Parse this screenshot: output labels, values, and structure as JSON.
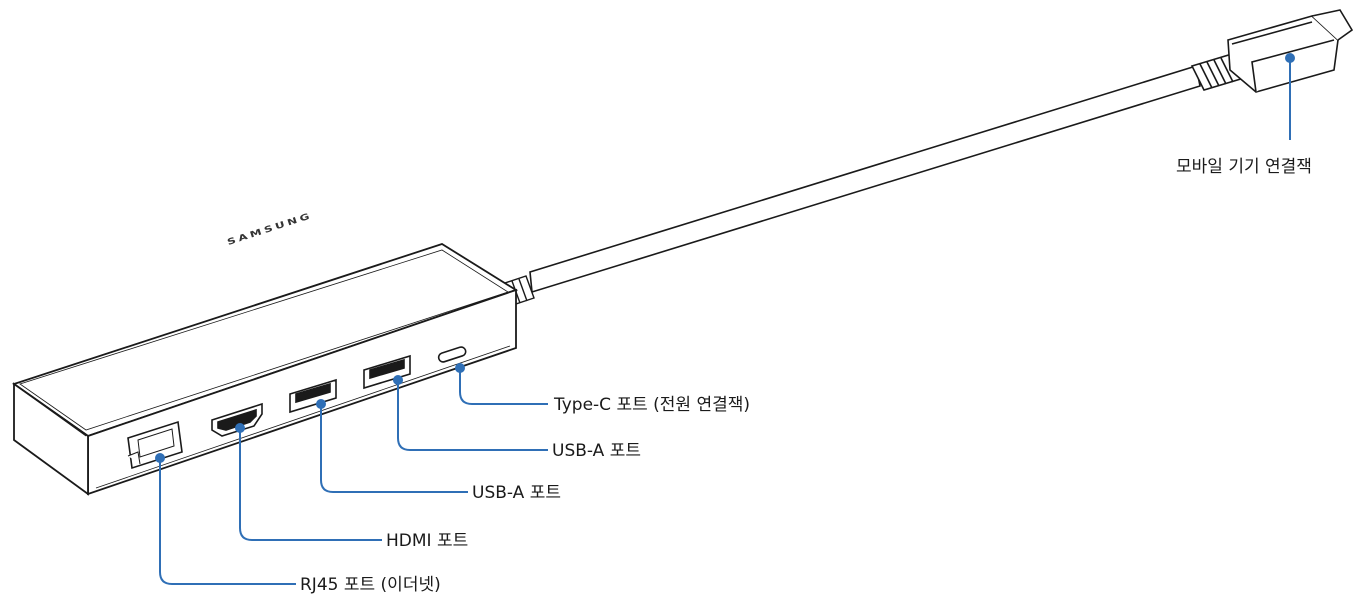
{
  "device": {
    "brand": "SAMSUNG"
  },
  "callouts": [
    {
      "id": "mobile-connector",
      "label": "모바일 기기 연결잭"
    },
    {
      "id": "type-c-port",
      "label": "Type-C 포트 (전원 연결잭)"
    },
    {
      "id": "usb-a-port-1",
      "label": "USB-A 포트"
    },
    {
      "id": "usb-a-port-2",
      "label": "USB-A 포트"
    },
    {
      "id": "hdmi-port",
      "label": "HDMI 포트"
    },
    {
      "id": "rj45-port",
      "label": "RJ45 포트 (이더넷)"
    }
  ],
  "colors": {
    "leader": "#2f6fb6",
    "outline": "#1a1a1a"
  }
}
